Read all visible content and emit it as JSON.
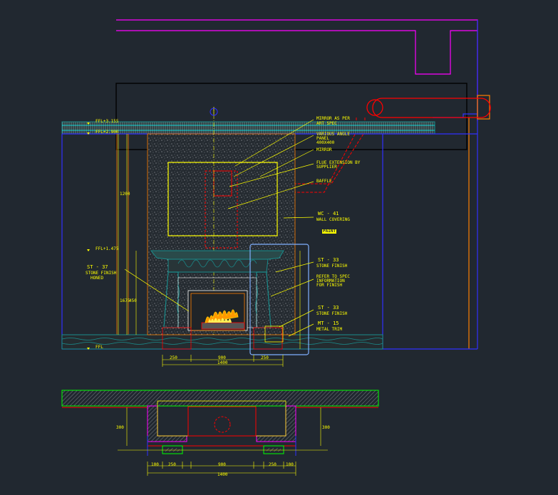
{
  "colors": {
    "background": "#212830",
    "annotation": "#ffff00",
    "magenta": "#ff00ff",
    "blue": "#0000ff",
    "red": "#ff0000",
    "orange": "#ff7f00",
    "green": "#00ff00",
    "cyan": "#00ffff",
    "teal": "#1a8c8c"
  },
  "annotations": {
    "level_1": "FFL+3.155",
    "level_2": "FFL+2.900",
    "level_3": "FFL+1.475",
    "level_4": "FFL",
    "note_mirror": "MIRROR AS PER",
    "note_mirror_2": "ART SPEC",
    "note_panel": "VARIOUS ANGLE",
    "note_panel_2": "PANEL",
    "note_panel_3": "400X400",
    "note_mirror_3": "MIRROR",
    "note_flue": "FLUE EXTENSION BY",
    "note_flue_2": "SUPPLIER",
    "note_baffle": "BAFFLE",
    "tag_wc": "WC - 41",
    "tag_wc_sub": "WALL COVERING",
    "tag_wc_box": "PAINT",
    "tag_st37": "ST - 37",
    "tag_st37_sub": "STONE FINISH",
    "tag_st37_box": "HONED",
    "tag_st33a": "ST - 33",
    "tag_st33a_sub": "STONE FINISH",
    "note_refer": "REFER TO SPEC",
    "note_refer_2": "INFORMATION",
    "note_refer_3": "FOR FINISH",
    "tag_st33b": "ST - 33",
    "tag_st33b_sub": "STONE FINISH",
    "tag_mt": "MT - 15",
    "tag_mt_sub": "METAL TRIM",
    "dim_total": "1400",
    "dim_opening": "900",
    "dim_side": "250",
    "dim_h1": "1200",
    "dim_h2": "1675",
    "dim_h3": "450",
    "dim_plan_total": "1400",
    "dim_plan_mid": "900",
    "dim_plan_side": "250",
    "dim_plan_a": "100",
    "dim_plan_depth": "300"
  }
}
